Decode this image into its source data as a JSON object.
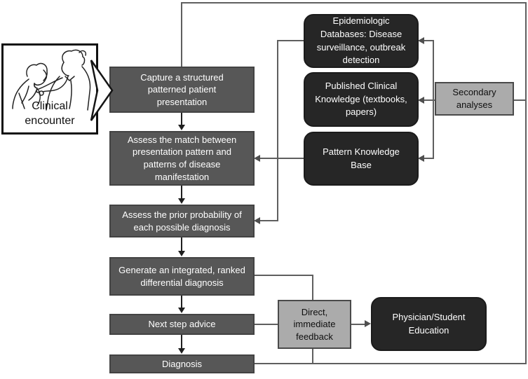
{
  "diagram_type": "flowchart",
  "colors": {
    "process_box": "#575757",
    "knowledge_box": "#262626",
    "analysis_box": "#ababab",
    "connector": "#5f5f5f",
    "flow_arrow": "#1f1f1f",
    "background": "#ffffff"
  },
  "nodes": {
    "clinical_encounter": {
      "label": "Clinical encounter"
    },
    "capture": {
      "label": "Capture a structured patterned patient presentation"
    },
    "assess_match": {
      "label": "Assess the match between presentation pattern and patterns of disease manifestation"
    },
    "assess_prior": {
      "label": "Assess the prior probability of each possible diagnosis"
    },
    "generate": {
      "label": "Generate an integrated, ranked differential diagnosis"
    },
    "next_step": {
      "label": "Next step advice"
    },
    "diagnosis": {
      "label": "Diagnosis"
    },
    "epidemiologic_db": {
      "label": "Epidemiologic Databases: Disease surveillance, outbreak detection"
    },
    "published_knowledge": {
      "label": "Published Clinical Knowledge (textbooks, papers)"
    },
    "pattern_kb": {
      "label": "Pattern Knowledge Base"
    },
    "physician_education": {
      "label": "Physician/Student Education"
    },
    "secondary_analyses": {
      "label": "Secondary analyses"
    },
    "direct_feedback": {
      "label": "Direct, immediate feedback"
    }
  },
  "icons": {
    "clinical_illustration": "doctor-examining-patient-line-art",
    "block_arrow": "right-chevron-block-arrow"
  },
  "edges": [
    {
      "from": "clinical_encounter",
      "to": "capture"
    },
    {
      "from": "capture",
      "to": "assess_match"
    },
    {
      "from": "assess_match",
      "to": "assess_prior"
    },
    {
      "from": "assess_prior",
      "to": "generate"
    },
    {
      "from": "generate",
      "to": "next_step"
    },
    {
      "from": "next_step",
      "to": "diagnosis"
    },
    {
      "from": "epidemiologic_db",
      "to": "assess_prior"
    },
    {
      "from": "pattern_kb",
      "to": "assess_match"
    },
    {
      "from": "secondary_analyses",
      "to": "epidemiologic_db"
    },
    {
      "from": "secondary_analyses",
      "to": "published_knowledge"
    },
    {
      "from": "secondary_analyses",
      "to": "pattern_kb"
    },
    {
      "from": "diagnosis",
      "to": "secondary_analyses"
    },
    {
      "from": "diagnosis",
      "to": "capture"
    },
    {
      "from": "generate",
      "to": "direct_feedback"
    },
    {
      "from": "next_step",
      "to": "direct_feedback"
    },
    {
      "from": "direct_feedback",
      "to": "physician_education"
    },
    {
      "from": "direct_feedback",
      "to": "diagnosis_feedback_loop"
    }
  ]
}
